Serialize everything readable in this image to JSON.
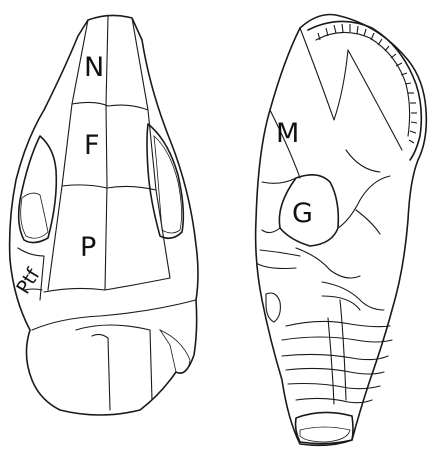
{
  "labels": {
    "nasal": "N",
    "frontal": "F",
    "parietal": "P",
    "postfrontal": "Ptf",
    "mandible": "M",
    "gular": "G"
  }
}
